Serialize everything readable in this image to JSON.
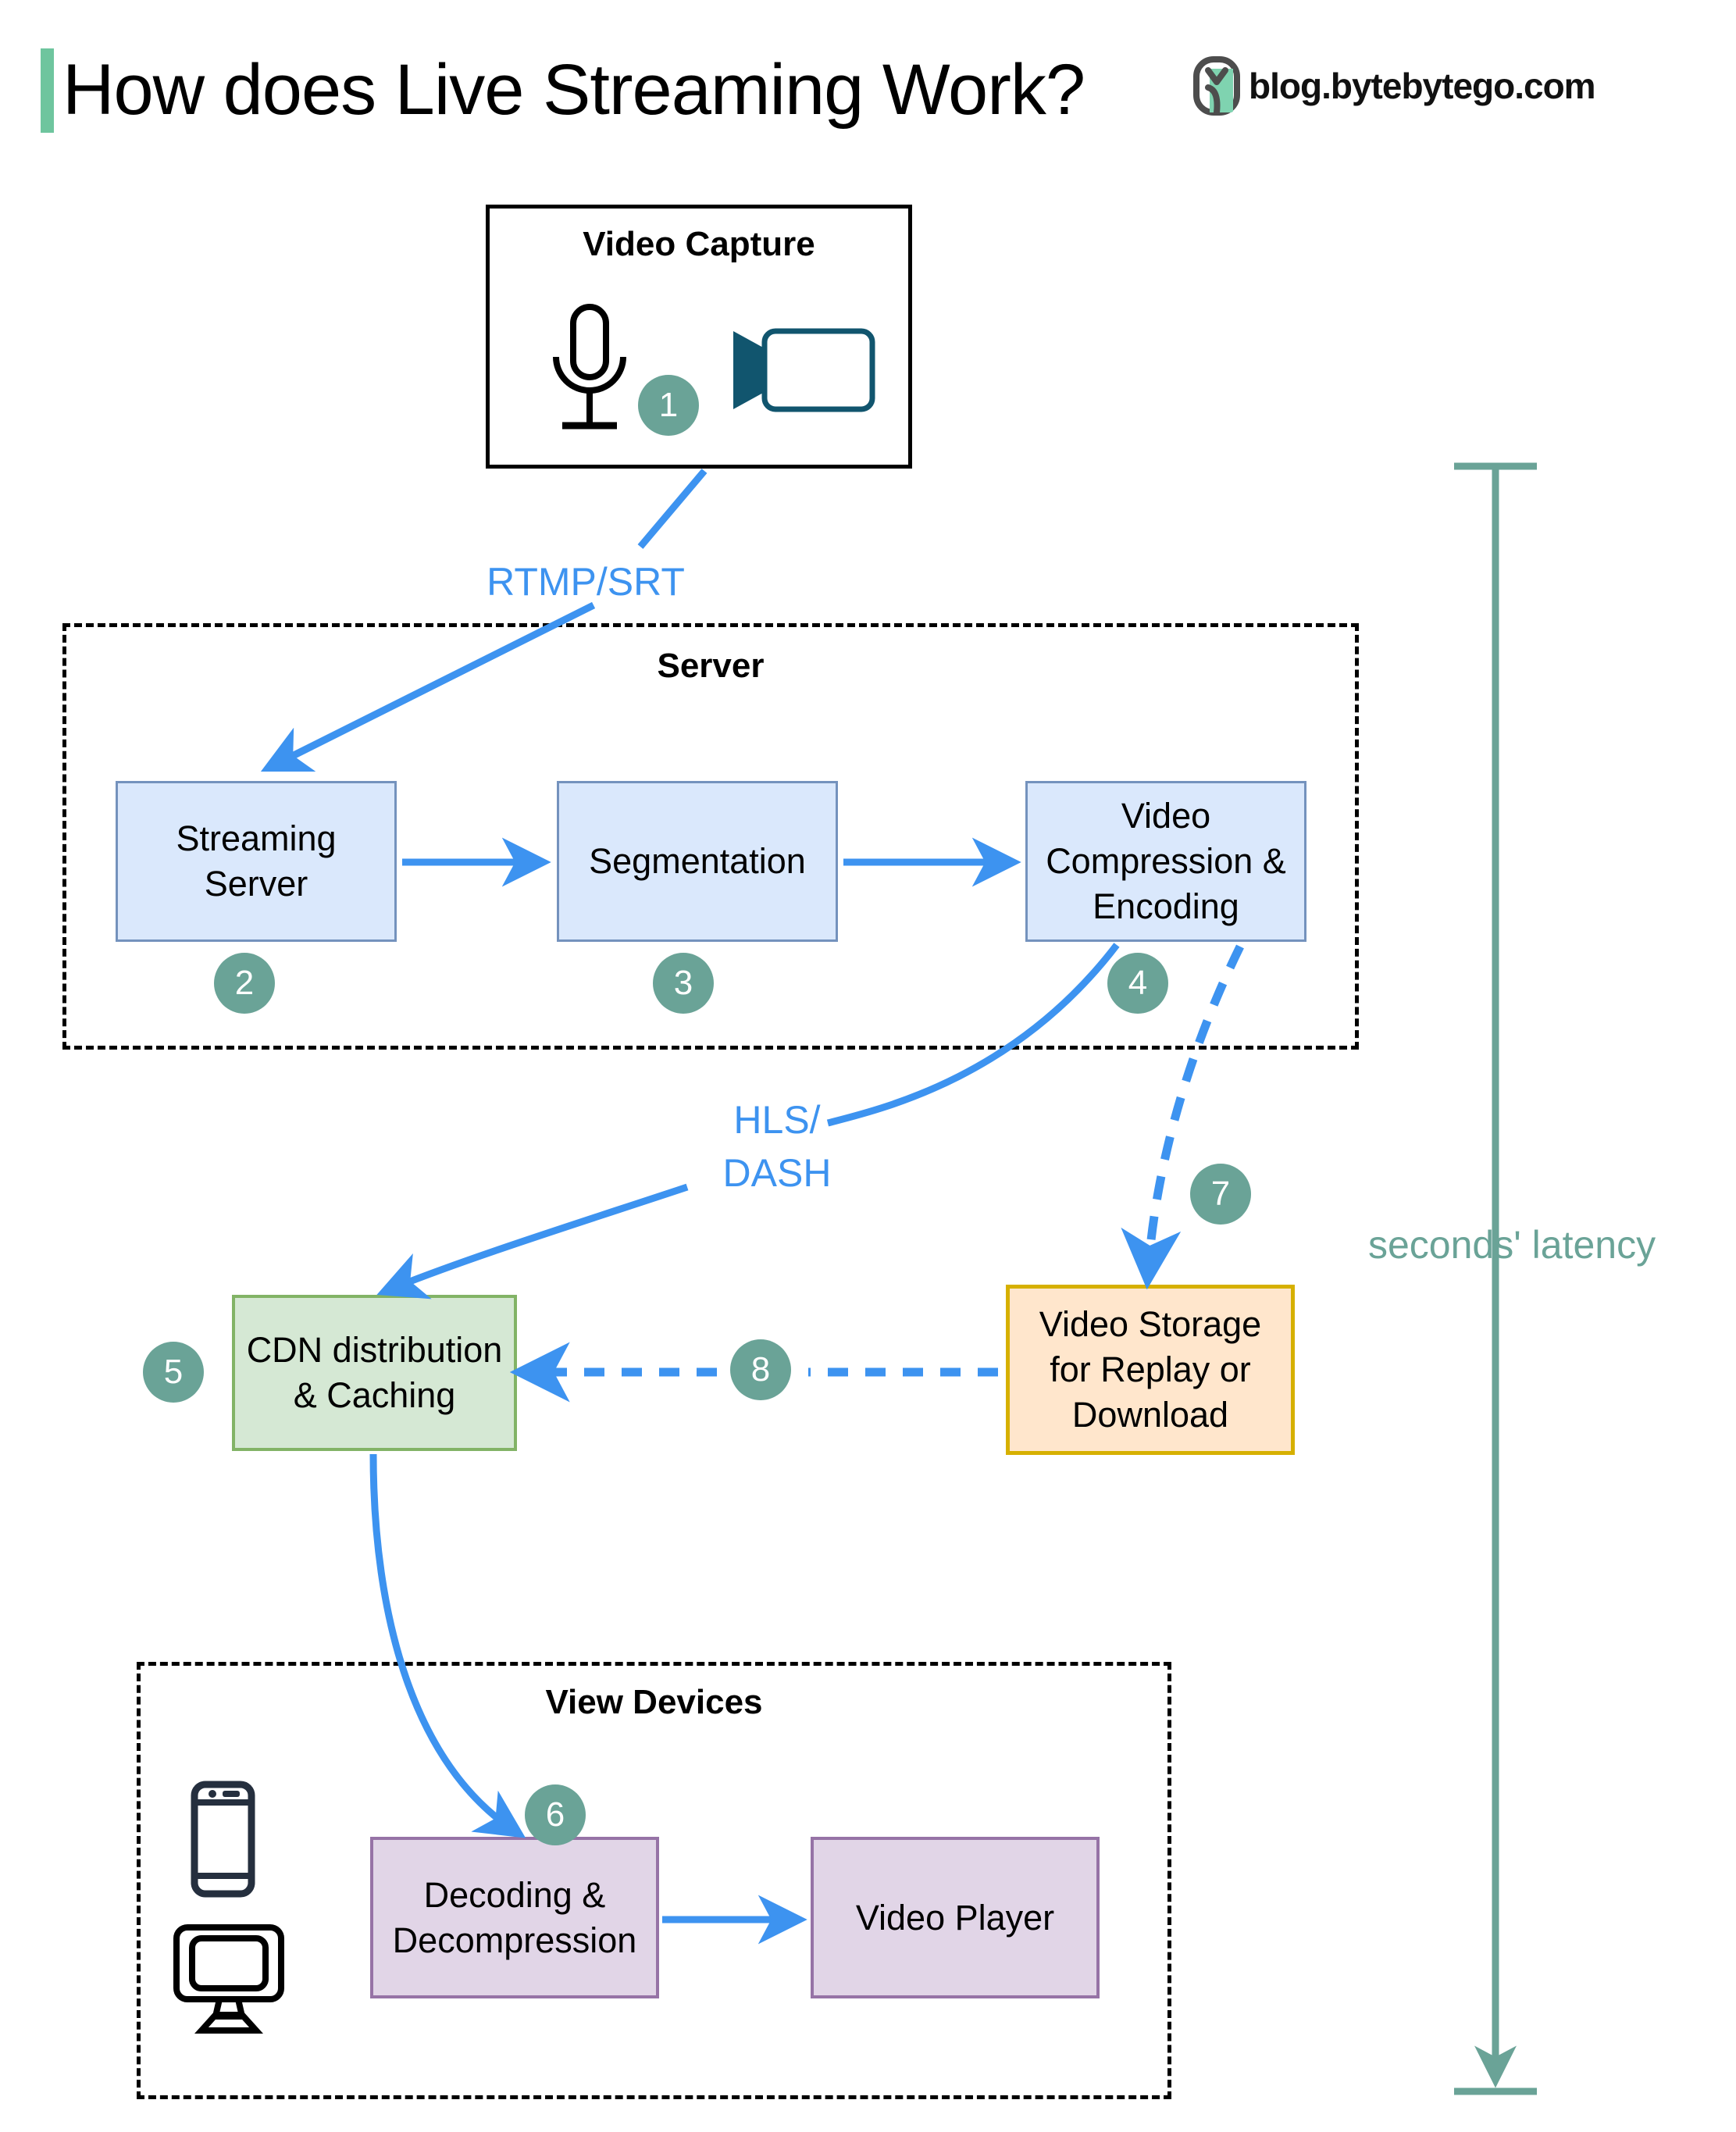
{
  "header": {
    "title": "How does Live Streaming Work?",
    "brand_text": "blog.bytebytego.com",
    "accent_color": "#6ec59e"
  },
  "containers": [
    {
      "id": "video-capture",
      "title": "Video Capture",
      "style": "solid-black"
    },
    {
      "id": "server",
      "title": "Server",
      "style": "dashed-black"
    },
    {
      "id": "view-devices",
      "title": "View Devices",
      "style": "dashed-black"
    }
  ],
  "nodes": [
    {
      "id": "streaming-server",
      "label": "Streaming\nServer",
      "color": "blue",
      "fill": "#dae8fc",
      "stroke": "#7492bd"
    },
    {
      "id": "segmentation",
      "label": "Segmentation",
      "color": "blue",
      "fill": "#dae8fc",
      "stroke": "#7492bd"
    },
    {
      "id": "video-compression",
      "label": "Video\nCompression &\nEncoding",
      "color": "blue",
      "fill": "#dae8fc",
      "stroke": "#7492bd"
    },
    {
      "id": "cdn",
      "label": "CDN distribution\n& Caching",
      "color": "green",
      "fill": "#d5e8d4",
      "stroke": "#82b366"
    },
    {
      "id": "video-storage",
      "label": "Video Storage\nfor Replay or\nDownload",
      "color": "orange",
      "fill": "#ffe6cc",
      "stroke": "#d6b000"
    },
    {
      "id": "decoding",
      "label": "Decoding &\nDecompression",
      "color": "purple",
      "fill": "#e1d5e7",
      "stroke": "#9673a6"
    },
    {
      "id": "video-player",
      "label": "Video Player",
      "color": "purple",
      "fill": "#e1d5e7",
      "stroke": "#9673a6"
    }
  ],
  "badges": [
    {
      "id": "badge-1",
      "number": "1"
    },
    {
      "id": "badge-2",
      "number": "2"
    },
    {
      "id": "badge-3",
      "number": "3"
    },
    {
      "id": "badge-4",
      "number": "4"
    },
    {
      "id": "badge-5",
      "number": "5"
    },
    {
      "id": "badge-6",
      "number": "6"
    },
    {
      "id": "badge-7",
      "number": "7"
    },
    {
      "id": "badge-8",
      "number": "8"
    }
  ],
  "edge_labels": [
    {
      "id": "rtmp-srt",
      "text": "RTMP/SRT",
      "color": "#3d93f0"
    },
    {
      "id": "hls-dash",
      "text": "HLS/\nDASH",
      "color": "#3d93f0"
    }
  ],
  "annotations": {
    "latency": "seconds' latency",
    "latency_color": "#6aa397"
  },
  "icons": {
    "microphone": "microphone-icon",
    "camera": "video-camera-icon",
    "phone": "mobile-phone-icon",
    "monitor": "desktop-monitor-icon",
    "brand": "bytebytego-logo-icon"
  },
  "colors": {
    "arrow_blue": "#3d93f0",
    "badge_green": "#6aa397",
    "accent_green": "#6ec59e",
    "camera_navy": "#11556e",
    "device_navy": "#252f3e"
  }
}
